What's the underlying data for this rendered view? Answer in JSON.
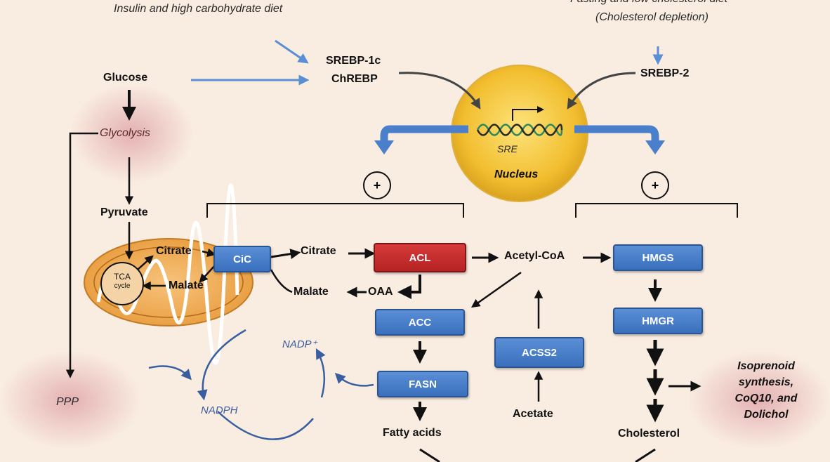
{
  "top": {
    "insulin_diet": "Insulin and high carbohydrate diet",
    "fasting_diet": "Fasting and low cholesterol diet",
    "cholesterol_depletion": "(Cholesterol depletion)"
  },
  "factors": {
    "srebp1c": "SREBP-1c",
    "chrebp": "ChREBP",
    "srebp2": "SREBP-2"
  },
  "nucleus": {
    "sre": "SRE",
    "label": "Nucleus"
  },
  "plus_sign": "+",
  "glycolysis_path": {
    "glucose": "Glucose",
    "glycolysis": "Glycolysis",
    "pyruvate": "Pyruvate",
    "ppp": "PPP"
  },
  "mitochondrion": {
    "tca_line1": "TCA",
    "tca_line2": "cycle",
    "citrate": "Citrate",
    "malate": "Malate"
  },
  "enzymes": {
    "cic": "CiC",
    "acl": "ACL",
    "acc": "ACC",
    "fasn": "FASN",
    "acss2": "ACSS2",
    "hmgs": "HMGS",
    "hmgr": "HMGR"
  },
  "metabolites": {
    "citrate": "Citrate",
    "malate": "Malate",
    "oaa": "OAA",
    "acetyl_coa": "Acetyl-CoA",
    "acetate": "Acetate",
    "fatty_acids": "Fatty acids",
    "cholesterol": "Cholesterol"
  },
  "cofactors": {
    "nadp": "NADP⁺",
    "nadph": "NADPH"
  },
  "isoprenoid": {
    "line1": "Isoprenoid",
    "line2": "synthesis,",
    "line3": "CoQ10, and",
    "line4": "Dolichol"
  },
  "colors": {
    "background": "#f9ece0",
    "enzyme_blue": "#4a7fcb",
    "acl_red": "#c82a2a",
    "nucleus_yellow": "#f5c53a",
    "arrow_blue": "#5a8fd6",
    "pink_highlight": "#e4b6b6"
  }
}
